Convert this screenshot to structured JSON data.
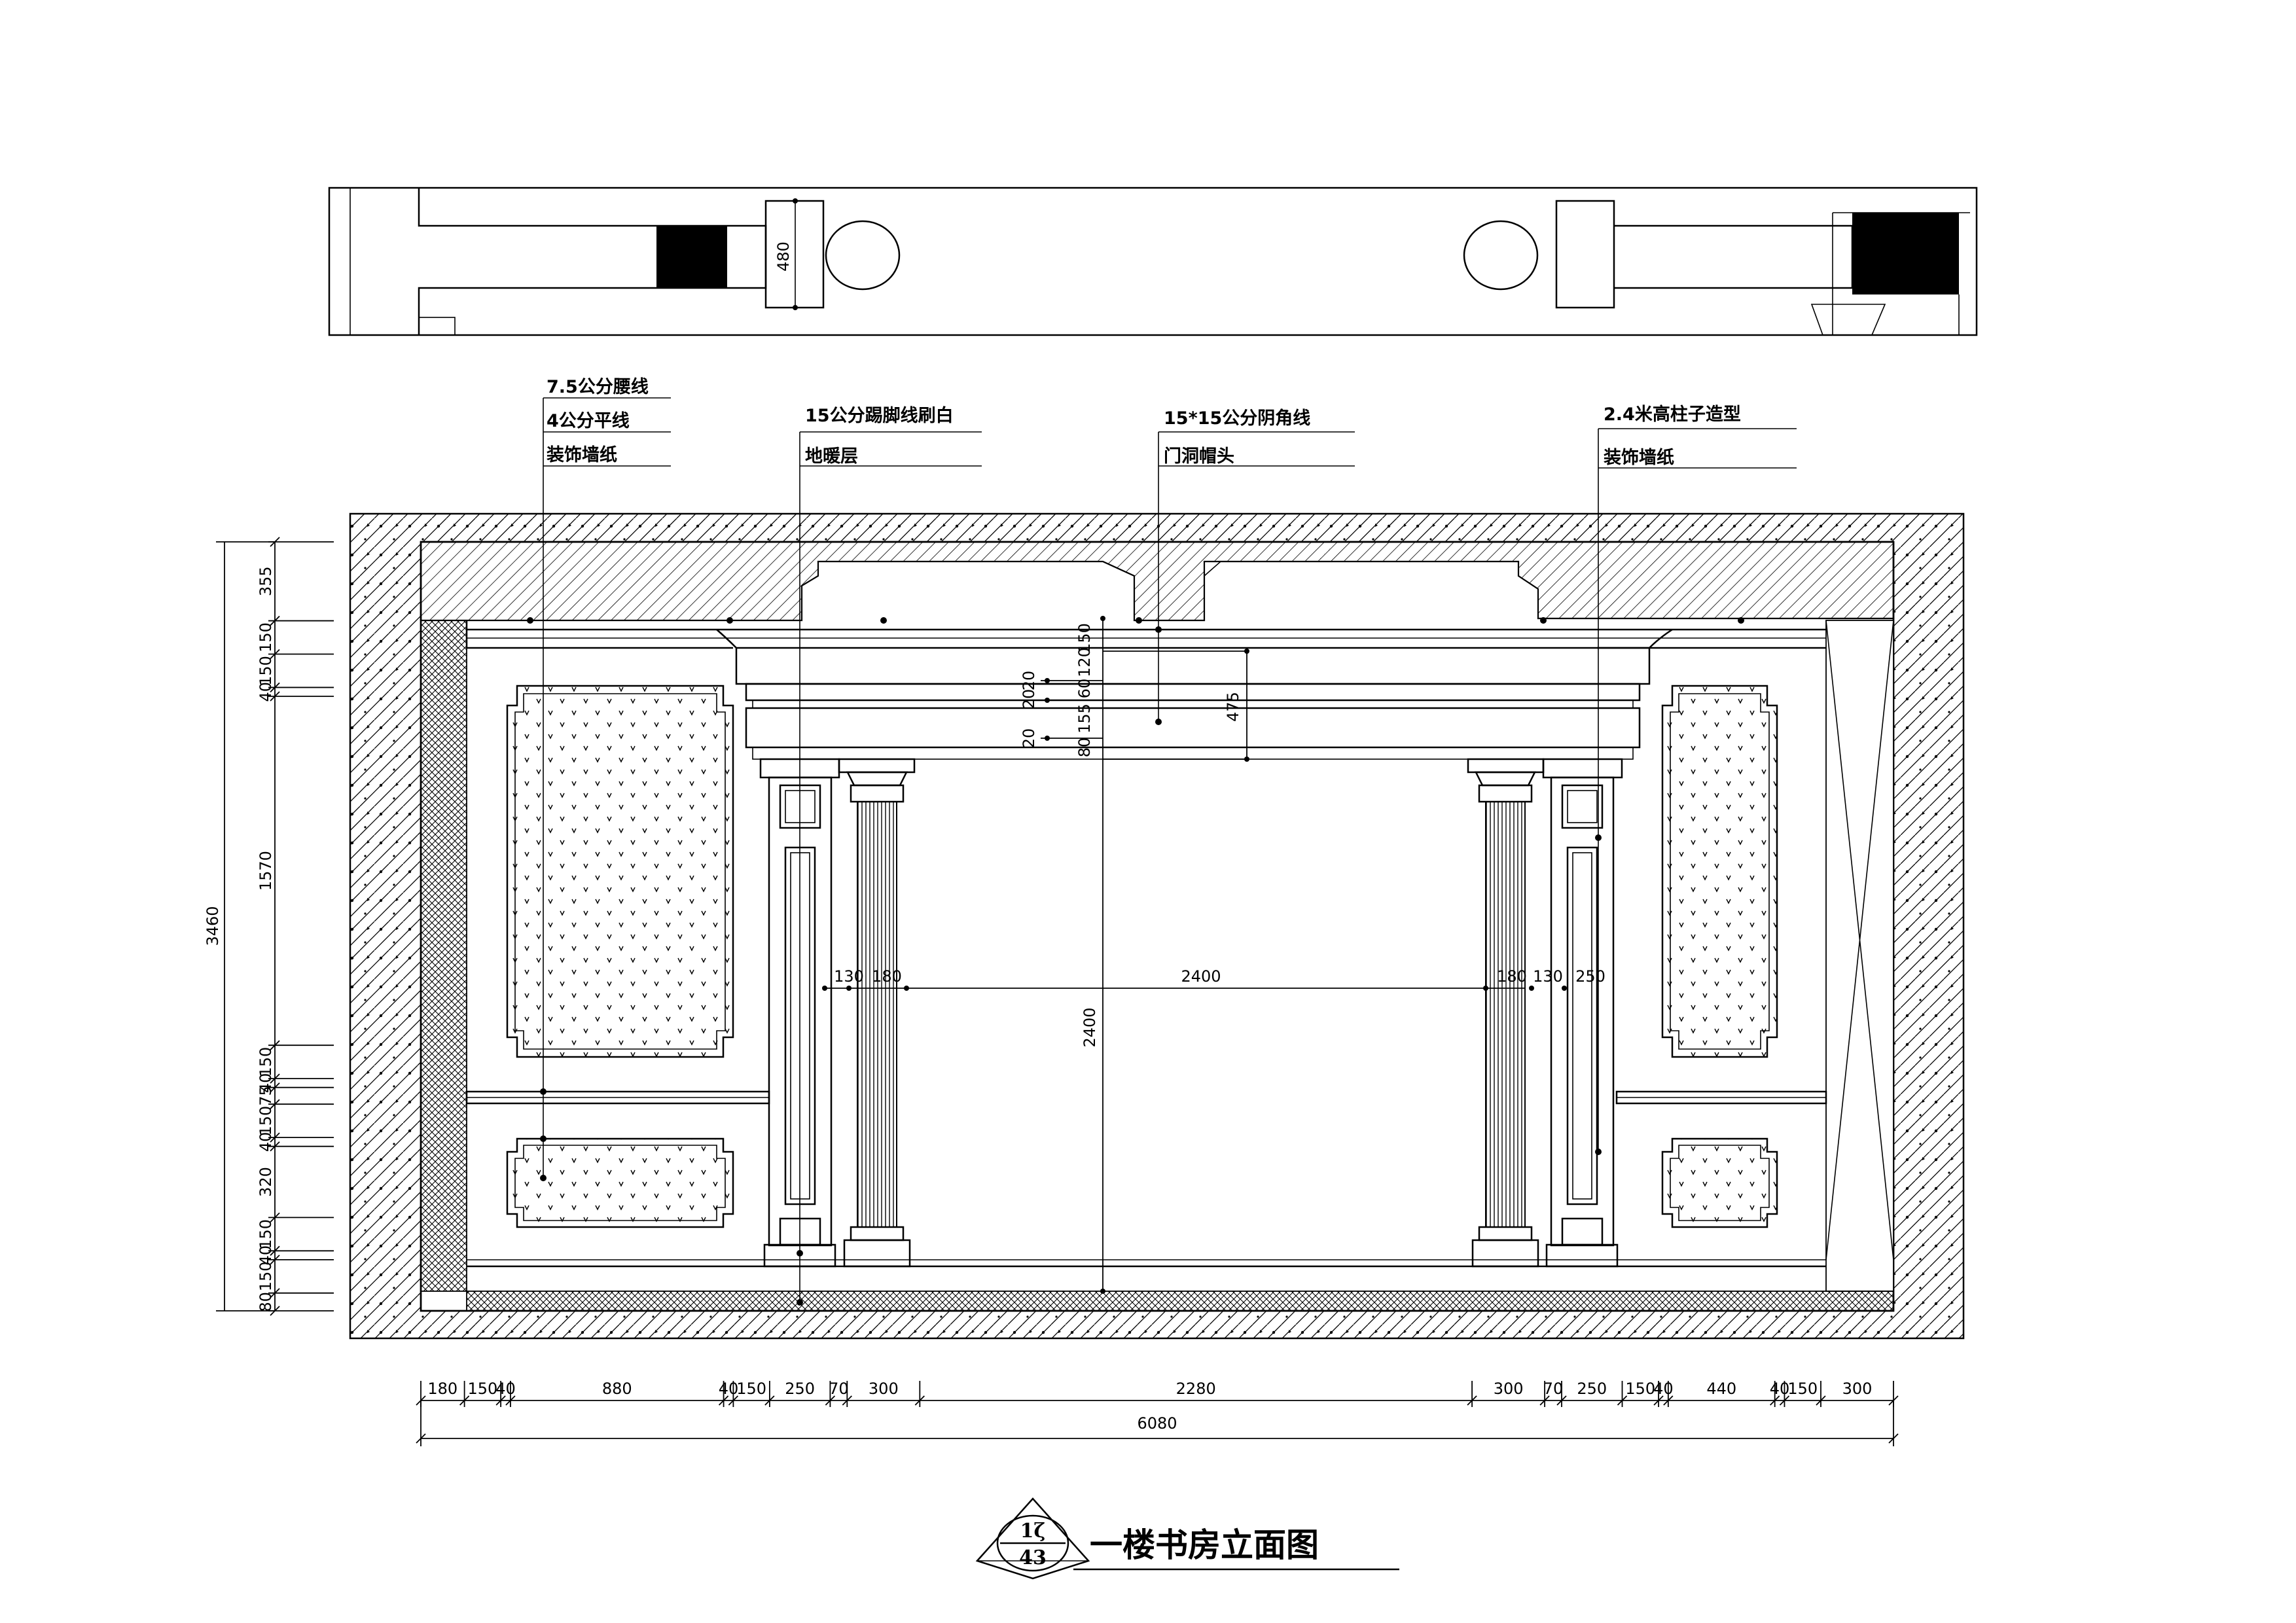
{
  "title": "一楼书房立面图",
  "symbol": {
    "top": "1ζ",
    "bottom": "43"
  },
  "plan_dim": "480",
  "callouts": [
    {
      "id": "c1",
      "lines": [
        "7.5公分腰线",
        "4公分平线",
        "装饰墙纸"
      ]
    },
    {
      "id": "c2",
      "lines": [
        "15公分踢脚线刷白",
        "地暖层"
      ]
    },
    {
      "id": "c3",
      "lines": [
        "15*15公分阴角线",
        "门洞帽头"
      ]
    },
    {
      "id": "c4",
      "lines": [
        "2.4米高柱子造型",
        "装饰墙纸"
      ]
    }
  ],
  "left_dims": [
    "355",
    "150",
    "150",
    "40",
    "1570",
    "150",
    "40",
    "75",
    "150",
    "40",
    "320",
    "150",
    "40",
    "150",
    "80"
  ],
  "left_total": "3460",
  "bottom_dims": [
    "180",
    "150",
    "40",
    "880",
    "40",
    "150",
    "250",
    "70",
    "300",
    "2280",
    "300",
    "70",
    "250",
    "150",
    "40",
    "440",
    "40",
    "150",
    "300"
  ],
  "bottom_total": "6080",
  "inner_dims": {
    "horizontal": [
      "130",
      "180",
      "2400",
      "180",
      "130",
      "250"
    ],
    "vertical": "2400",
    "header_stack": [
      "150",
      "120",
      "60",
      "155",
      "80"
    ],
    "header_small": [
      "20",
      "20",
      "20"
    ],
    "header_total": "475"
  },
  "colors": {
    "line": "#000000",
    "background": "#ffffff",
    "fill": "#000000"
  }
}
